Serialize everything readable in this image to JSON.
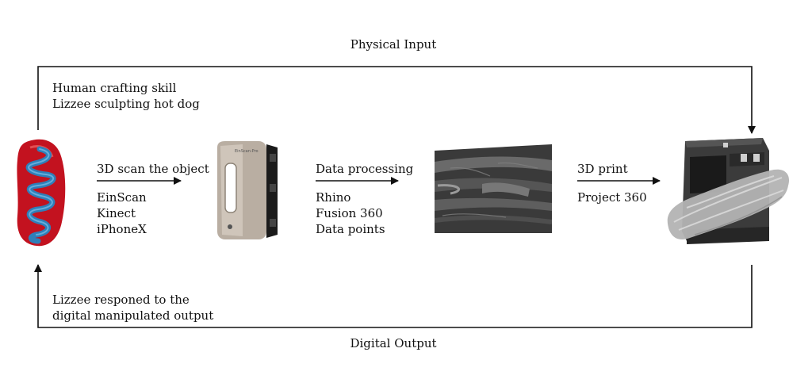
{
  "top_label": "Physical Input",
  "bottom_label": "Digital Output",
  "start_notes": [
    "Human crafting skill",
    "Lizzee sculpting hot dog"
  ],
  "end_notes": [
    "Lizzee responed to the",
    "digital manipulated output"
  ],
  "steps": [
    {
      "action": "3D scan the object",
      "tools": [
        "EinScan",
        "Kinect",
        "iPhoneX"
      ]
    },
    {
      "action": "Data processing",
      "tools": [
        "Rhino",
        "Fusion 360",
        "Data points"
      ]
    },
    {
      "action": "3D print",
      "tools": [
        "Project 360"
      ]
    }
  ],
  "images": {
    "sculpture": "hot-dog-sculpture",
    "scanner": "3d-scanner",
    "scan": "scan-data-mesh",
    "printer": "3d-printer"
  },
  "scanner_brand": "EinScan-Pro",
  "colors": {
    "line": "#111111",
    "sausage": "#c3121f",
    "squiggle": "#2f7fb9",
    "scan": "#3a3a3a"
  }
}
